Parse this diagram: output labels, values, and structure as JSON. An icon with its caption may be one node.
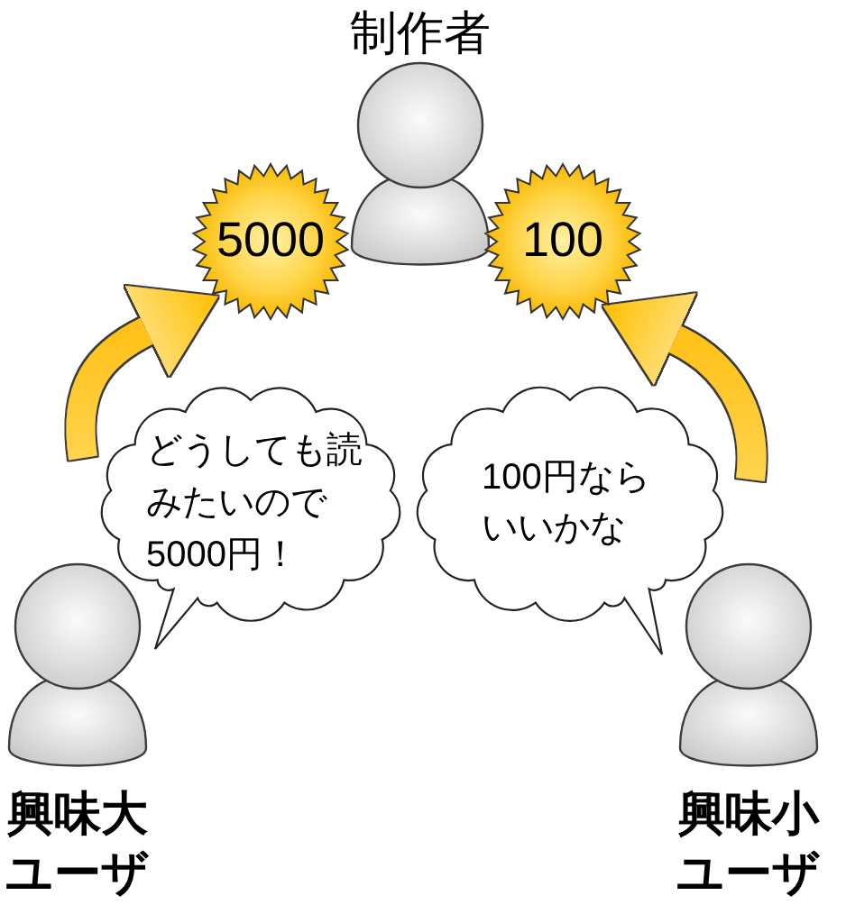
{
  "diagram": {
    "nodes": [
      {
        "text": [
          "制作者"
        ]
      },
      {
        "text": [
          "5000"
        ]
      },
      {
        "text": [
          "100"
        ]
      },
      {
        "text": [
          "どうしても読みたいので5000円！"
        ]
      },
      {
        "text": [
          "100円ならいいかな"
        ]
      },
      {
        "text": [
          "興味大ユーザ"
        ]
      },
      {
        "text": [
          "興味小ユーザ"
        ]
      }
    ],
    "edges": [
      {
        "from": null,
        "to": 1,
        "arrow": "to"
      },
      {
        "from": null,
        "to": 2,
        "arrow": "to"
      }
    ]
  }
}
